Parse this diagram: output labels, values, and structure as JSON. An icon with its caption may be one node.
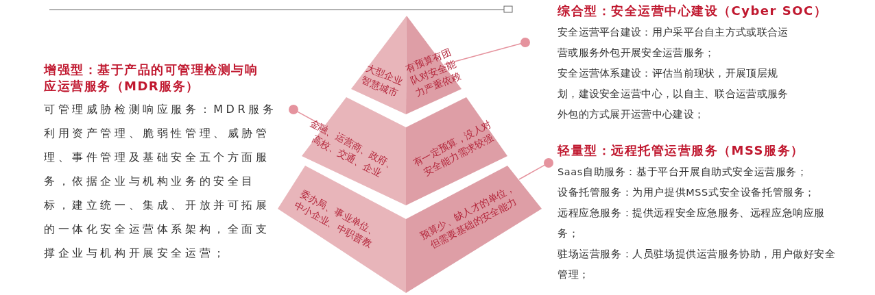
{
  "diagram": {
    "nodes": [
      {
        "text": [
          "大型企业智慧城市",
          "有预算有团队对安全能力严重依赖"
        ]
      },
      {
        "text": [
          "金融、运营商、政府、高校、交通、企业",
          "有一定预算，没人对安全能力需求较强"
        ]
      },
      {
        "text": [
          "委办局、事业单位、中小企业、中职普教",
          "预算少、缺人才的单位，但需要基础的安全能力"
        ]
      },
      {
        "text": [
          "增强型：基于产品的可管理检测与响应运营服务（MDR服务）",
          "可管理威胁检测响应服务：MDR服务利用资产管理、脆弱性管理、威胁管理、事件管理及基础安全五个方面服务，依据企业与机构业务的安全目标，建立统一、集成、开放并可拓展的一体化安全运营体系架构，全面支撑企业与机构开展安全运营；"
        ]
      },
      {
        "text": [
          "综合型：安全运营中心建设（Cyber SOC）",
          "安全运营平台建设：用户采平台自主方式或联合运营或服务外包开展安全运营服务；",
          "安全运营体系建设：评估当前现状，开展顶层规划，建设安全运营中心，以自主、联合运营或服务外包的方式展开运营中心建设；"
        ]
      },
      {
        "text": [
          "轻量型：远程托管运营服务（MSS服务）",
          "Saas自助服务：基于平台开展自助式安全运营服务；",
          "设备托管服务：为用户提供MSS式安全设备托管服务；",
          "远程应急服务：提供远程安全应急服务、远程应急响应服务；",
          "驻场运营服务：人员驻场提供运营服务协助，用户做好安全管理；"
        ]
      },
      {
        "text": [],
        "shape": "circle"
      },
      {
        "text": [],
        "shape": "circle"
      },
      {
        "text": [],
        "shape": "circle"
      }
    ],
    "edges": [
      {
        "from": 0,
        "to": 7,
        "arrow": "none"
      },
      {
        "from": 1,
        "to": 6,
        "arrow": "none"
      },
      {
        "from": 2,
        "to": 8,
        "arrow": "none"
      }
    ]
  }
}
